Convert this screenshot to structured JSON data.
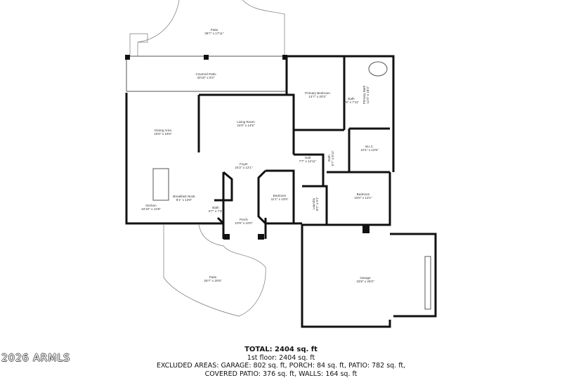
{
  "rooms": {
    "patio_top": {
      "name": "Patio",
      "size": "39'7\" x 17'11\""
    },
    "covered_patio": {
      "name": "Covered Patio",
      "size": "40'10\" x 9'2\""
    },
    "primary_bedroom": {
      "name": "Primary Bedroom",
      "size": "14'7\" x 20'2\""
    },
    "primary_bath": {
      "name": "Primary Bath",
      "size": "11'0\" x 18'4\""
    },
    "bath_primary": {
      "name": "Bath",
      "size": "3'8\" x 7'11\""
    },
    "living_room": {
      "name": "Living Room",
      "size": "24'6\" x 14'5\""
    },
    "dining_area": {
      "name": "Dining Area",
      "size": "18'0\" x 19'6\""
    },
    "wic": {
      "name": "W.I.C.",
      "size": "10'1\" x 10'9\""
    },
    "hall": {
      "name": "Hall",
      "size": "7'7\" x 12'11\""
    },
    "bath_hall": {
      "name": "Bath",
      "size": "5'7\" x 8'11\""
    },
    "foyer": {
      "name": "Foyer",
      "size": "24'2\" x 12'1\""
    },
    "breakfast_nook": {
      "name": "Breakfast Nook",
      "size": "9'1\" x 13'6\""
    },
    "kitchen": {
      "name": "Kitchen",
      "size": "10'10\" x 13'6\""
    },
    "bath_small": {
      "name": "Bath",
      "size": "5'7\" x 7'3\""
    },
    "porch": {
      "name": "Porch",
      "size": "10'9\" x 10'0\""
    },
    "bedroom_mid": {
      "name": "Bedroom",
      "size": "11'1\" x 13'6\""
    },
    "laundry": {
      "name": "Laundry",
      "size": "8'2\" x 9'1\""
    },
    "bedroom_right": {
      "name": "Bedroom",
      "size": "16'0\" x 13'1\""
    },
    "garage": {
      "name": "Garage",
      "size": "33'8\" x 25'0\""
    },
    "patio_bottom": {
      "name": "Patio",
      "size": "26'7\" x 20'6\""
    }
  },
  "summary": {
    "total": "TOTAL: 2404 sq. ft",
    "floor": "1st floor: 2404 sq. ft",
    "excluded": "EXCLUDED AREAS: GARAGE: 802 sq. ft, PORCH: 84 sq. ft, PATIO: 782 sq. ft,",
    "excluded2": "COVERED PATIO: 376 sq. ft, WALLS: 164 sq. ft"
  },
  "watermark": "2026 ARMLS"
}
